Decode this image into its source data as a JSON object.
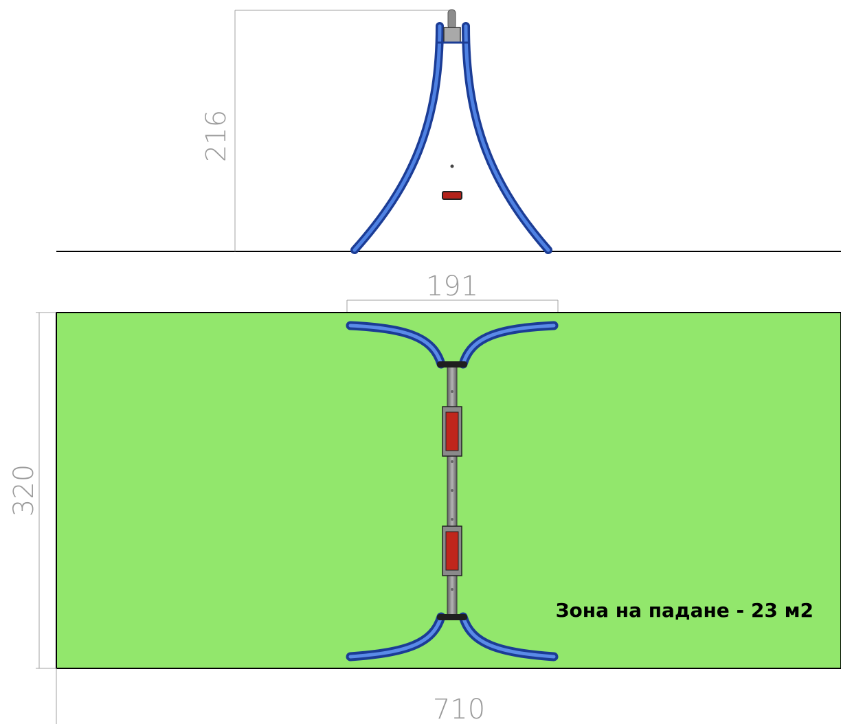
{
  "dimensions": {
    "height": "216",
    "span": "191",
    "width": "320",
    "length": "710"
  },
  "zone_label": "Зона на падане - 23 м2",
  "colors": {
    "zone_fill": "#92e76c",
    "frame_blue": "#2f5fc4",
    "seat_red": "#c0261c",
    "beam_grey": "#8a8a8a",
    "dim_line": "#a0a0a0"
  }
}
